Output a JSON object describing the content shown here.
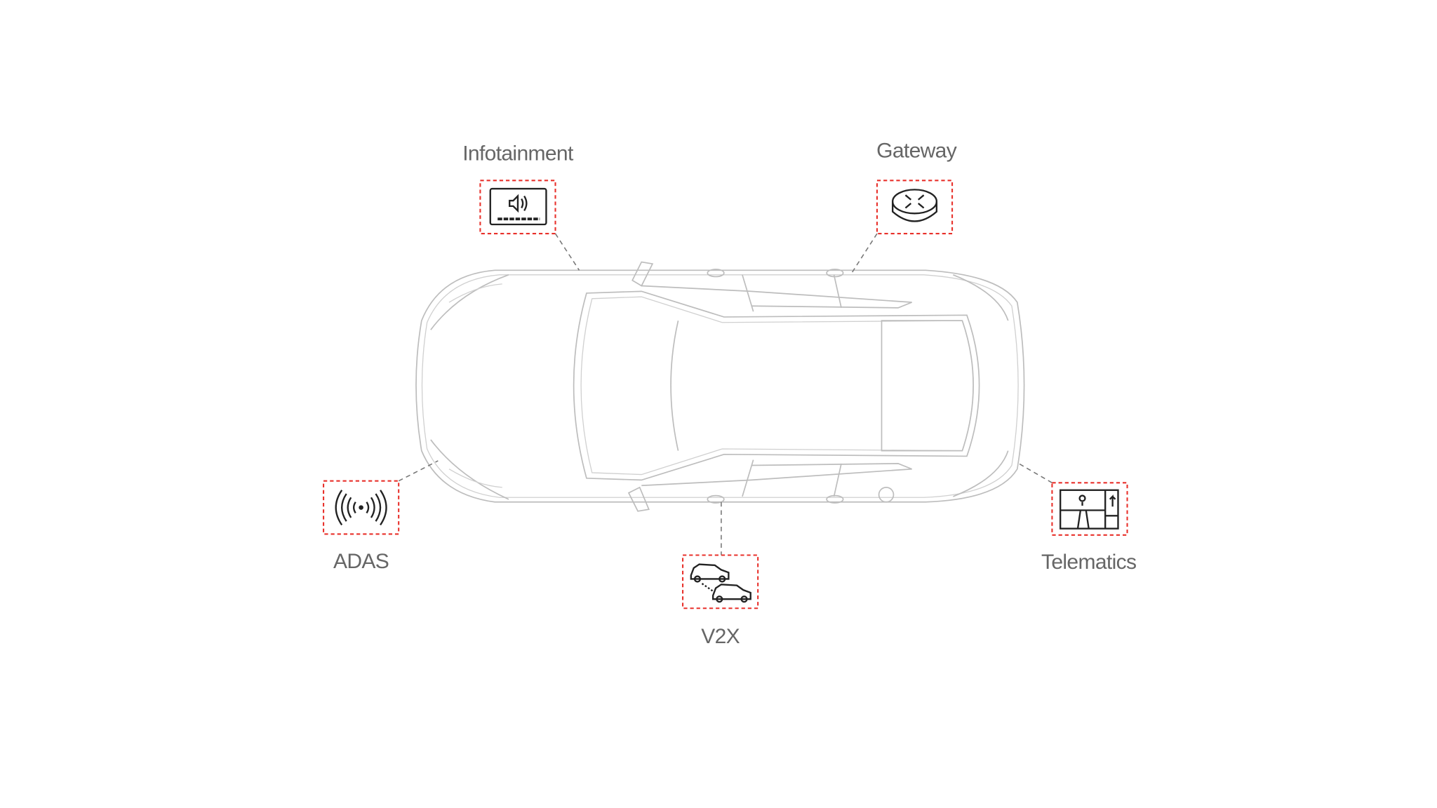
{
  "diagram": {
    "accent_color": "#e8312b",
    "modules": [
      {
        "label": "Infotainment",
        "icon": "speaker-screen-icon"
      },
      {
        "label": "Gateway",
        "icon": "router-icon"
      },
      {
        "label": "ADAS",
        "icon": "wireless-signal-icon"
      },
      {
        "label": "V2X",
        "icon": "vehicle-to-vehicle-icon"
      },
      {
        "label": "Telematics",
        "icon": "navigation-map-icon"
      }
    ]
  }
}
